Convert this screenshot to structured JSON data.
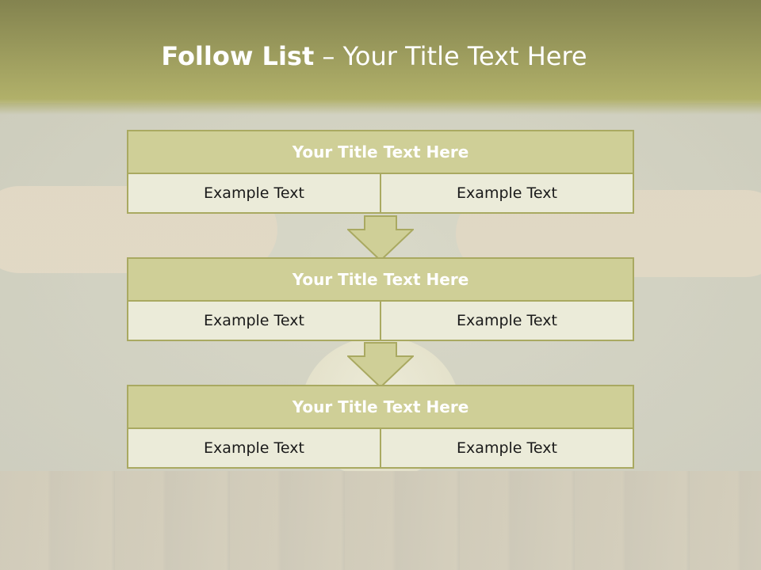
{
  "slide": {
    "title_bold": "Follow List",
    "title_rest": " – Your Title Text Here"
  },
  "blocks": [
    {
      "title": "Your Title Text Here",
      "cells": [
        "Example Text",
        "Example Text"
      ]
    },
    {
      "title": "Your Title Text Here",
      "cells": [
        "Example Text",
        "Example Text"
      ]
    },
    {
      "title": "Your Title Text Here",
      "cells": [
        "Example Text",
        "Example Text"
      ]
    }
  ],
  "colors": {
    "header_fill": "#cfcf97",
    "cell_fill": "#ebebd9",
    "border": "#a9a961",
    "arrow_fill": "#cfcf97"
  },
  "icons": [
    "down-arrow-icon"
  ]
}
